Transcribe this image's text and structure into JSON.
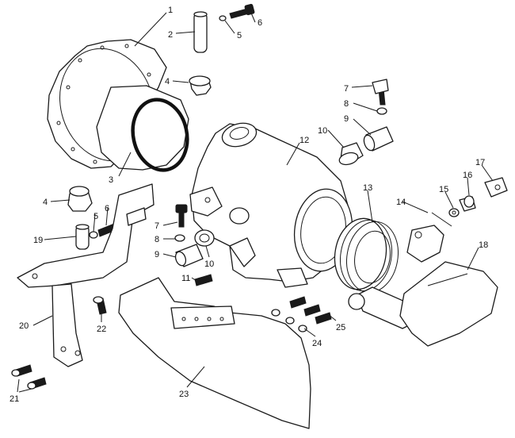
{
  "callouts": {
    "c1": "1",
    "c2": "2",
    "c3": "3",
    "c4a": "4",
    "c4b": "4",
    "c5a": "5",
    "c5b": "5",
    "c6a": "6",
    "c6b": "6",
    "c7a": "7",
    "c7b": "7",
    "c8a": "8",
    "c8b": "8",
    "c9a": "9",
    "c9b": "9",
    "c10a": "10",
    "c10b": "10",
    "c11": "11",
    "c12": "12",
    "c13": "13",
    "c14": "14",
    "c15": "15",
    "c16": "16",
    "c17": "17",
    "c18": "18",
    "c19": "19",
    "c20": "20",
    "c21": "21",
    "c22": "22",
    "c23": "23",
    "c24": "24",
    "c25": "25"
  }
}
